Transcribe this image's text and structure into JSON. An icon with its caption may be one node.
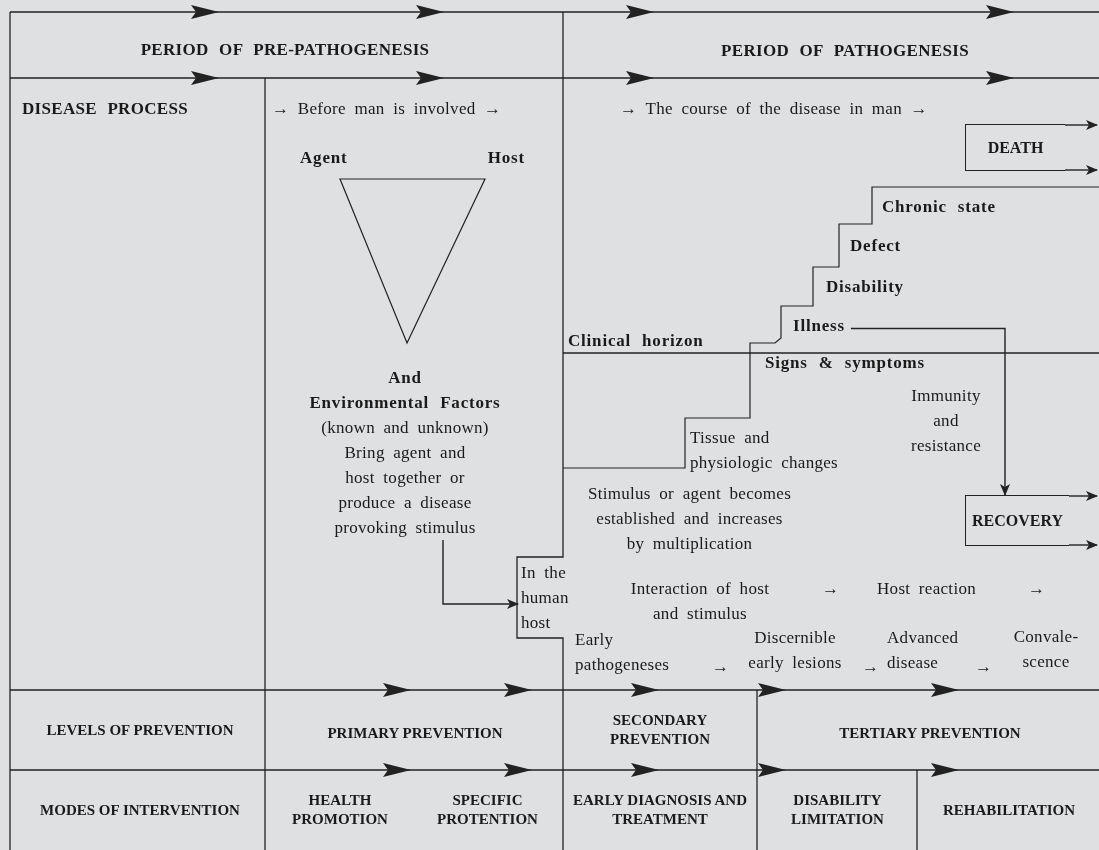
{
  "diagram": {
    "nodes": [
      {
        "text": [
          "DEATH"
        ]
      },
      {
        "text": [
          "Illness"
        ]
      },
      {
        "text": [
          "RECOVERY"
        ]
      },
      {
        "text": [
          "And",
          "Environmental Factors",
          "(known and unknown)",
          "Bring agent and host together or produce a disease provoking stimulus"
        ]
      },
      {
        "text": [
          "In the human host"
        ]
      }
    ],
    "edges": [
      {
        "from": 0,
        "to": null,
        "arrow": "to"
      },
      {
        "from": 0,
        "to": null,
        "arrow": "to"
      },
      {
        "from": 1,
        "to": 2,
        "arrow": "to"
      },
      {
        "from": 2,
        "to": null,
        "arrow": "to"
      },
      {
        "from": 2,
        "to": null,
        "arrow": "to"
      },
      {
        "from": 3,
        "to": 4,
        "arrow": "to"
      }
    ],
    "labels": [
      "PERIOD OF PRE-PATHOGENESIS",
      "PERIOD OF PATHOGENESIS",
      "DISEASE PROCESS",
      "→ Before man is involved →",
      "→ The course of the disease in man →",
      "Agent",
      "Host",
      "Chronic state",
      "Defect",
      "Disability",
      "Clinical horizon",
      "Signs & symptoms",
      "Immunity and resistance",
      "Tissue and physiologic changes",
      "Stimulus or agent becomes established and increases by multiplication",
      "Interaction of host and stimulus",
      "→",
      "Host reaction",
      "→",
      "Early pathogeneses",
      "→",
      "Discernible early lesions",
      "→",
      "Advanced disease",
      "→",
      "Convale- scence",
      "LEVELS OF PREVENTION",
      "PRIMARY PREVENTION",
      "SECONDARY PREVENTION",
      "TERTIARY PREVENTION",
      "MODES OF INTERVENTION",
      "HEALTH PROMOTION",
      "SPECIFIC PROTENTION",
      "EARLY DIAGNOSIS AND TREATMENT",
      "DISABILITY LIMITATION",
      "REHABILITATION"
    ]
  }
}
